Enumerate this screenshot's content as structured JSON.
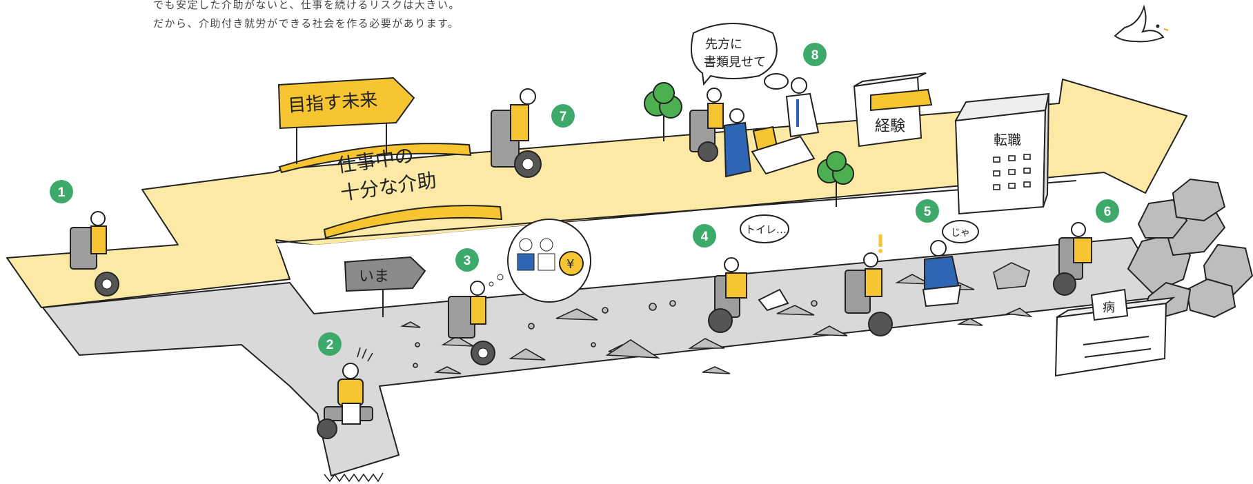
{
  "intro": {
    "line1": "でも安定した介助がないと、仕事を続けるリスクは大きい。",
    "line2": "だから、介助付き就労ができる社会を作る必要があります。"
  },
  "signs": {
    "future": "目指す未来",
    "now": "いま",
    "bridge_line1": "仕事中の",
    "bridge_line2": "十分な介助",
    "shop": "経験",
    "building": "転職",
    "box": "病"
  },
  "speech": {
    "interview_line1": "先方に",
    "interview_line2": "書類見せて",
    "toilet": "トイレ…",
    "bye": "じゃ",
    "currency": "¥"
  },
  "steps": [
    "1",
    "2",
    "3",
    "4",
    "5",
    "6",
    "7",
    "8"
  ],
  "colors": {
    "future_road": "#fde9a6",
    "current_road": "#d9d9d9",
    "accent_yellow": "#f7c531",
    "sign_gray": "#8a8a8a",
    "step_green": "#3daa6b",
    "shirt_blue": "#2f66b3",
    "tree_green": "#4caf50"
  }
}
